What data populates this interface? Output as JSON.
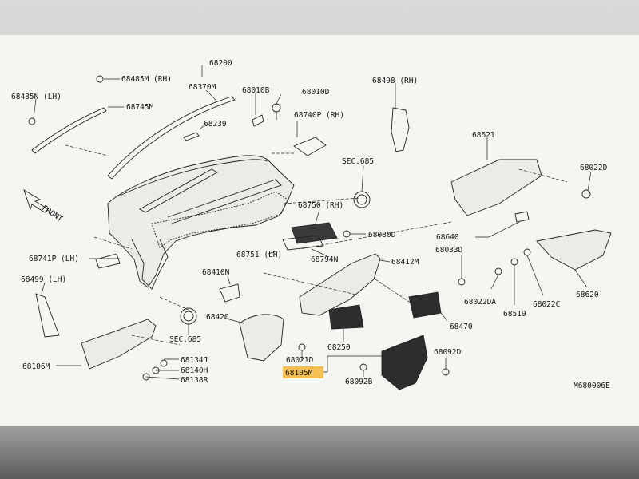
{
  "diagram": {
    "drawing_code": "M680006E",
    "front_label": "FRONT",
    "highlight_color": "#f5b942",
    "highlighted_part": "68105M",
    "parts": [
      {
        "id": "p68200",
        "text": "68200"
      },
      {
        "id": "p68485m",
        "text": "68485M (RH)"
      },
      {
        "id": "p68370m",
        "text": "68370M"
      },
      {
        "id": "p68010b",
        "text": "68010B"
      },
      {
        "id": "p68010d",
        "text": "68010D"
      },
      {
        "id": "p68498",
        "text": "68498 (RH)"
      },
      {
        "id": "p68485n",
        "text": "68485N (LH)"
      },
      {
        "id": "p68745m",
        "text": "68745M"
      },
      {
        "id": "p68239",
        "text": "68239"
      },
      {
        "id": "p68740p",
        "text": "68740P (RH)"
      },
      {
        "id": "p68621",
        "text": "68621"
      },
      {
        "id": "psec685a",
        "text": "SEC.685"
      },
      {
        "id": "p68022d",
        "text": "68022D"
      },
      {
        "id": "p68750",
        "text": "68750 (RH)"
      },
      {
        "id": "p68080d",
        "text": "68080D"
      },
      {
        "id": "p68640",
        "text": "68640"
      },
      {
        "id": "p68741p",
        "text": "68741P (LH)"
      },
      {
        "id": "p68751",
        "text": "68751 (LH)"
      },
      {
        "id": "p68794n",
        "text": "68794N"
      },
      {
        "id": "p68412m",
        "text": "68412M"
      },
      {
        "id": "p68033d",
        "text": "68033D"
      },
      {
        "id": "p68499",
        "text": "68499 (LH)"
      },
      {
        "id": "p68410n",
        "text": "68410N"
      },
      {
        "id": "p68022da",
        "text": "68022DA"
      },
      {
        "id": "p68519",
        "text": "68519"
      },
      {
        "id": "p68022c",
        "text": "68022C"
      },
      {
        "id": "p68620",
        "text": "68620"
      },
      {
        "id": "p68470",
        "text": "68470"
      },
      {
        "id": "p68420",
        "text": "68420"
      },
      {
        "id": "psec685b",
        "text": "SEC.685"
      },
      {
        "id": "p68250",
        "text": "68250"
      },
      {
        "id": "p68092d",
        "text": "68092D"
      },
      {
        "id": "p68134j",
        "text": "68134J"
      },
      {
        "id": "p68021d",
        "text": "68021D"
      },
      {
        "id": "p68106m",
        "text": "68106M"
      },
      {
        "id": "p68140h",
        "text": "68140H"
      },
      {
        "id": "p68105m",
        "text": "68105M"
      },
      {
        "id": "p68092b",
        "text": "68092B"
      },
      {
        "id": "p68138r",
        "text": "68138R"
      }
    ]
  }
}
